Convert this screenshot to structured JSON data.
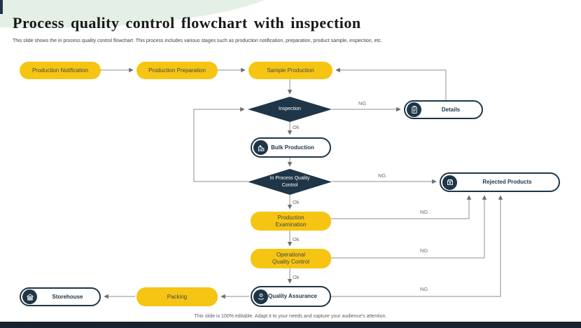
{
  "slide": {
    "title": "Process quality control flowchart with inspection",
    "subtitle": "This slide shows the in process quality control flowchart. This process includes various stages such as production notification, preparation, product sample, inspection, etc.",
    "footer": "This slide is 100% editable. Adapt it to your needs and capture your audience's attention."
  },
  "colors": {
    "accent_yellow": "#f6c513",
    "navy": "#1e3647",
    "connector_gray": "#8f8f8f",
    "decor_green": "#e4f0e6"
  },
  "nodes": {
    "production_notification": "Production Notification",
    "production_preparation": "Production Preparation",
    "sample_production": "Sample Production",
    "inspection": "Inspection",
    "details": "Details",
    "bulk_production": "Bulk Production",
    "in_process_quality_control": "In Process Quality Control",
    "rejected_products": "Rejected Products",
    "production_examination": "Production Examination",
    "operational_quality_control": "Operational Quality Control",
    "quality_assurance": "Quality Assurance",
    "packing": "Packing",
    "storehouse": "Storehouse"
  },
  "edge_labels": {
    "ok": "Ok",
    "ng": "NG"
  },
  "icons": {
    "details": "document-icon",
    "bulk_production": "machine-icon",
    "rejected_products": "rejected-box-icon",
    "quality_assurance": "gear-hands-icon",
    "storehouse": "warehouse-icon"
  }
}
